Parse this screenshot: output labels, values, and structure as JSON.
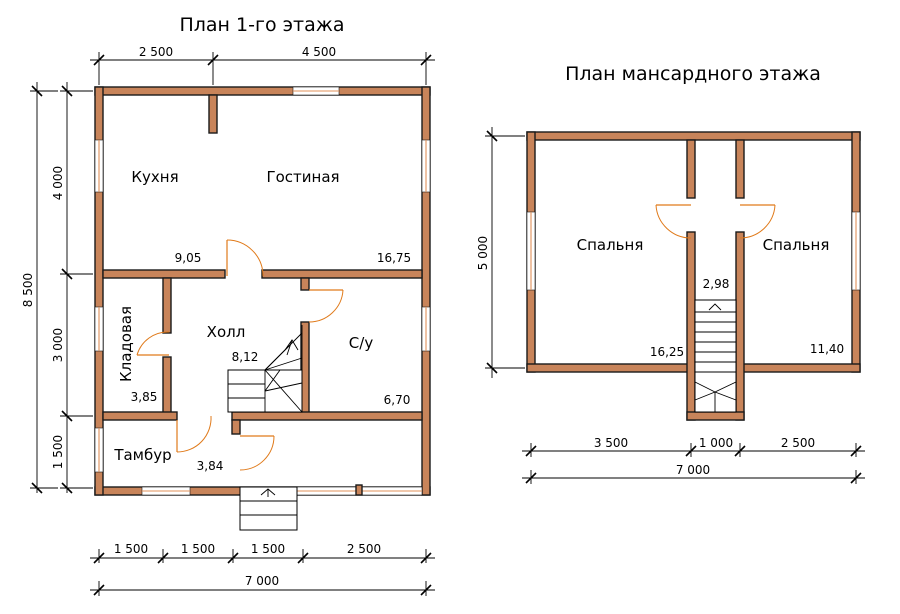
{
  "titles": {
    "first_floor": "План 1-го этажа",
    "attic_floor": "План мансардного этажа"
  },
  "first_floor": {
    "rooms": {
      "kitchen": "Кухня",
      "living": "Гостиная",
      "hall": "Холл",
      "bathroom": "С/у",
      "pantry": "Кладовая",
      "vestibule": "Тамбур"
    },
    "areas": {
      "kitchen": "9,05",
      "living": "16,75",
      "hall": "8,12",
      "bathroom": "6,70",
      "pantry": "3,85",
      "vestibule": "3,84"
    },
    "dims_top": [
      "2 500",
      "4 500"
    ],
    "dims_left": [
      "4 000",
      "3 000",
      "1 500"
    ],
    "dim_left_total": "8 500",
    "dims_bottom": [
      "1 500",
      "1 500",
      "1 500",
      "2 500"
    ],
    "dim_bottom_total": "7 000"
  },
  "attic_floor": {
    "rooms": {
      "bedroom_left": "Спальня",
      "bedroom_right": "Спальня"
    },
    "areas": {
      "bedroom_left": "16,25",
      "corridor": "2,98",
      "bedroom_right": "11,40"
    },
    "dim_left": "5 000",
    "dims_bottom": [
      "3 500",
      "1 000",
      "2 500"
    ],
    "dim_bottom_total": "7 000"
  },
  "colors": {
    "wall_fill": "#c8845a",
    "door_swing": "#e07a1a",
    "window_line": "#e0905a",
    "lines": "#000000"
  }
}
